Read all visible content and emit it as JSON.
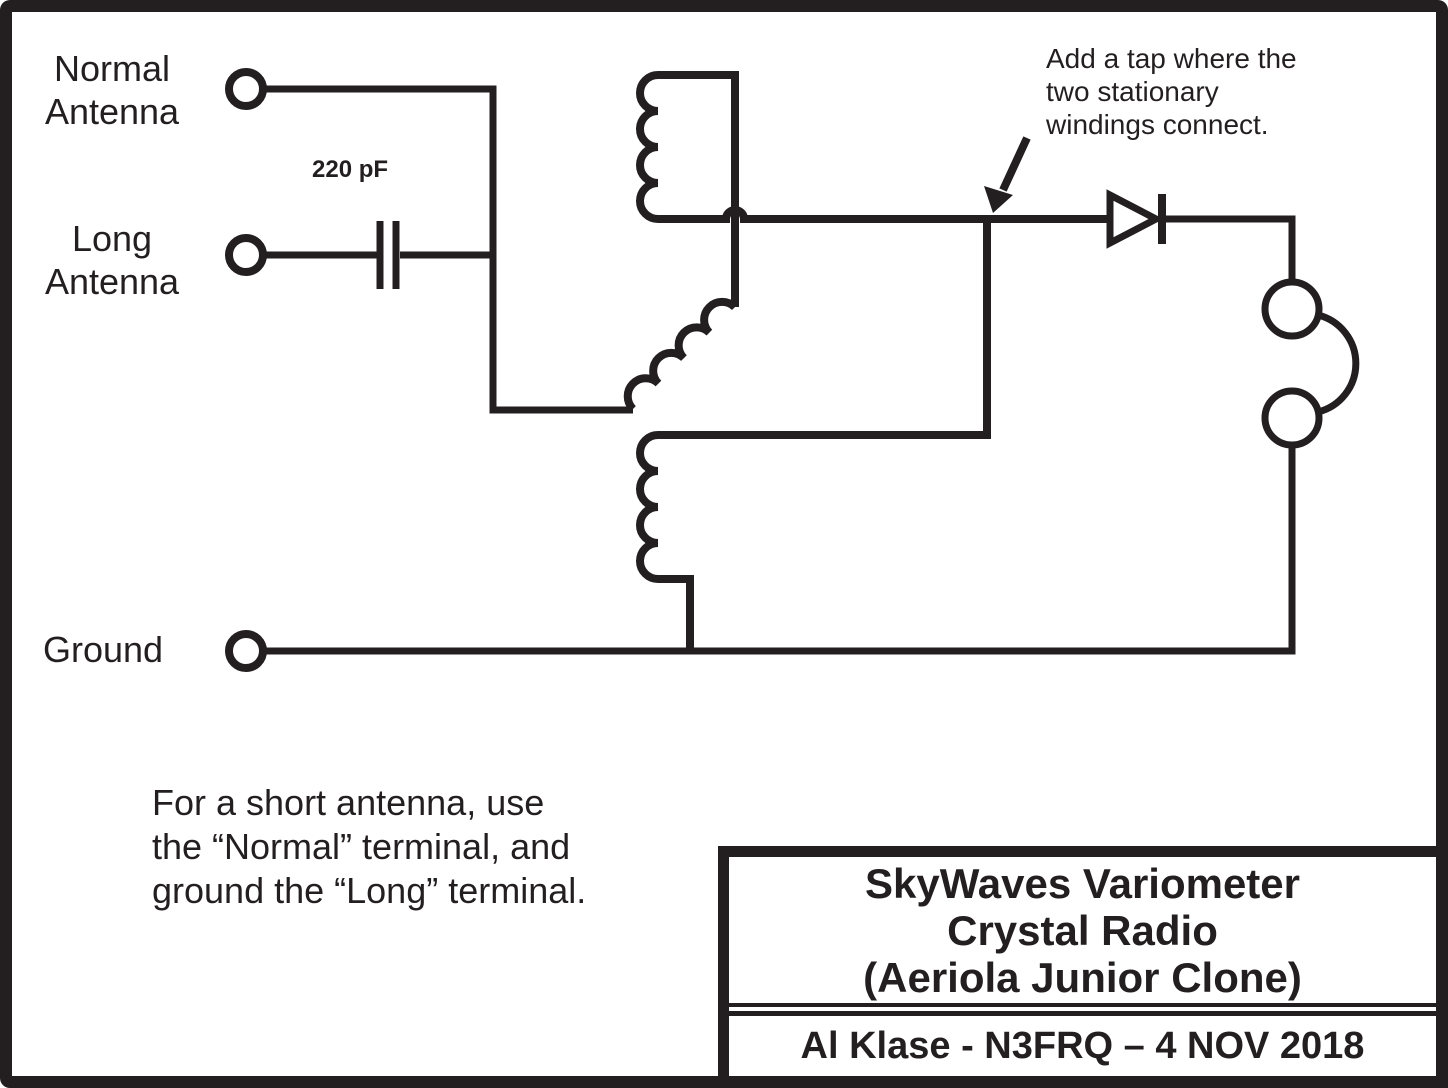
{
  "colors": {
    "ink": "#231f20",
    "bg": "#ffffff"
  },
  "terminals": {
    "normal": "Normal\nAntenna",
    "long": "Long\nAntenna",
    "ground": "Ground"
  },
  "components": {
    "capacitor_value": "220 pF",
    "diode": "detector-diode",
    "headphones": "headphones",
    "windings": [
      "top-stationary-winding",
      "rotor-winding",
      "bottom-stationary-winding"
    ]
  },
  "tap_note": "Add a tap where the\ntwo stationary\nwindings connect.",
  "usage_note": "For a short antenna, use\nthe “Normal” terminal, and\nground the “Long” terminal.",
  "title_block": {
    "title": "SkyWaves Variometer\nCrystal Radio\n(Aeriola Junior Clone)",
    "author_date": "Al Klase - N3FRQ – 4 NOV 2018"
  }
}
